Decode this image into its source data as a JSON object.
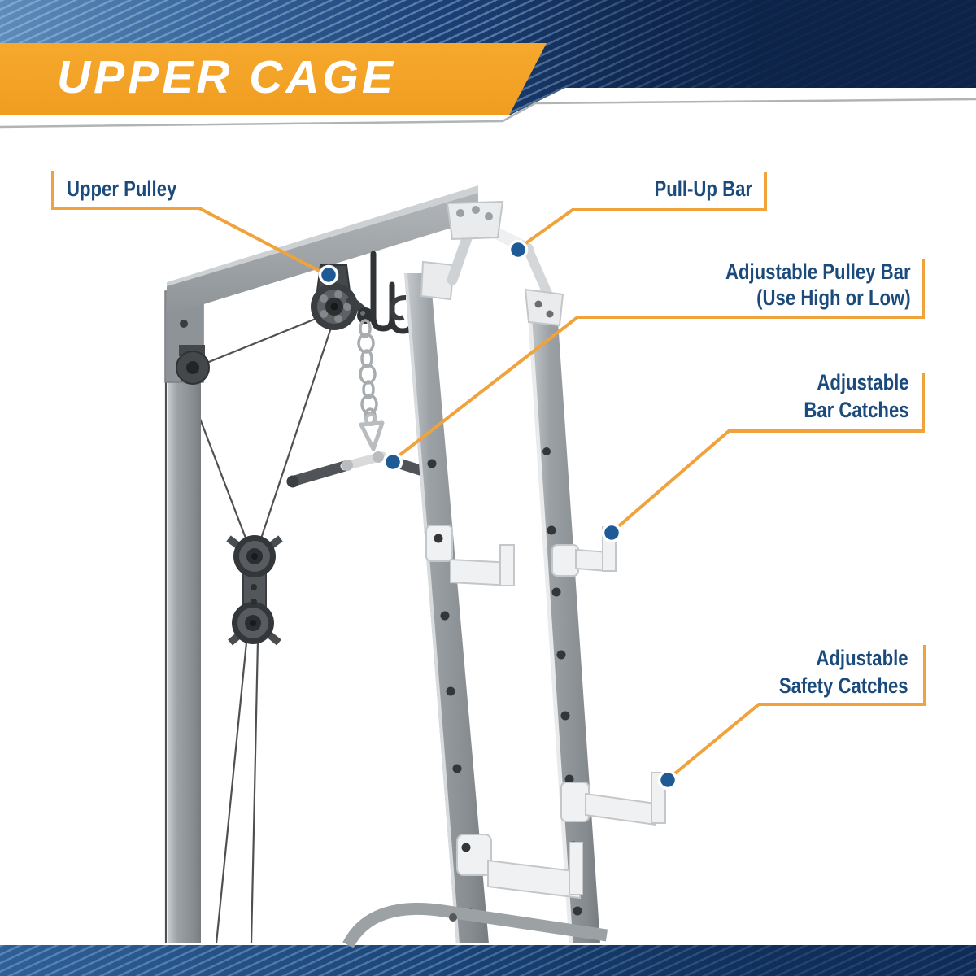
{
  "title_banner": {
    "text": "UPPER CAGE"
  },
  "callouts": {
    "upper_pulley": {
      "label": "Upper Pulley"
    },
    "pull_up_bar": {
      "label": "Pull-Up Bar"
    },
    "adjustable_pulley_bar": {
      "line1": "Adjustable Pulley Bar",
      "line2": "(Use High or Low)"
    },
    "adjustable_bar_catches": {
      "line1": "Adjustable",
      "line2": "Bar Catches"
    },
    "adjustable_safety_catches": {
      "line1": "Adjustable",
      "line2": "Safety Catches"
    }
  },
  "colors": {
    "banner_orange": "#F6A92D",
    "callout_orange": "#F0A23C",
    "label_blue": "#1B4B7C",
    "dot_blue": "#1D5A96",
    "navy_dark": "#0D2348",
    "steel_blue": "#5D8CBA"
  }
}
